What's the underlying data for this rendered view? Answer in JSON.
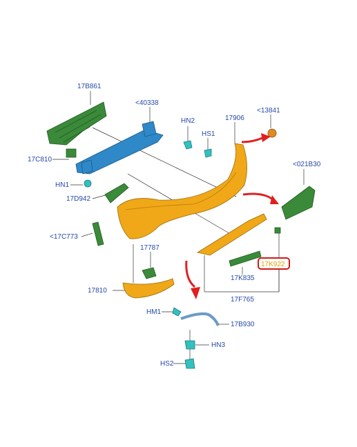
{
  "diagram": {
    "parts": [
      {
        "id": "p-17b861",
        "label": "17B861"
      },
      {
        "id": "p-40338",
        "label": "<40338"
      },
      {
        "id": "p-hn2",
        "label": "HN2"
      },
      {
        "id": "p-17906",
        "label": "17906"
      },
      {
        "id": "p-13841",
        "label": "<13841"
      },
      {
        "id": "p-hs1",
        "label": "HS1"
      },
      {
        "id": "p-17c810",
        "label": "17C810"
      },
      {
        "id": "p-021b30",
        "label": "<021B30"
      },
      {
        "id": "p-hn1",
        "label": "HN1"
      },
      {
        "id": "p-17d942",
        "label": "17D942"
      },
      {
        "id": "p-17c773",
        "label": "<17C773"
      },
      {
        "id": "p-17787",
        "label": "17787"
      },
      {
        "id": "p-17k922",
        "label": "17K922",
        "highlighted": true
      },
      {
        "id": "p-17k835",
        "label": "17K835"
      },
      {
        "id": "p-17810",
        "label": "17810"
      },
      {
        "id": "p-17f765",
        "label": "17F765"
      },
      {
        "id": "p-hm1",
        "label": "HM1"
      },
      {
        "id": "p-17b930",
        "label": "17B930"
      },
      {
        "id": "p-hn3",
        "label": "HN3"
      },
      {
        "id": "p-hs2",
        "label": "HS2"
      }
    ],
    "colors": {
      "label_text": "#2548a8",
      "bumper": "#f0a818",
      "reinforcement": "#2f88c8",
      "bracket": "#3a8a3a",
      "arrow": "#e02020",
      "highlight_border": "#d01818"
    }
  }
}
